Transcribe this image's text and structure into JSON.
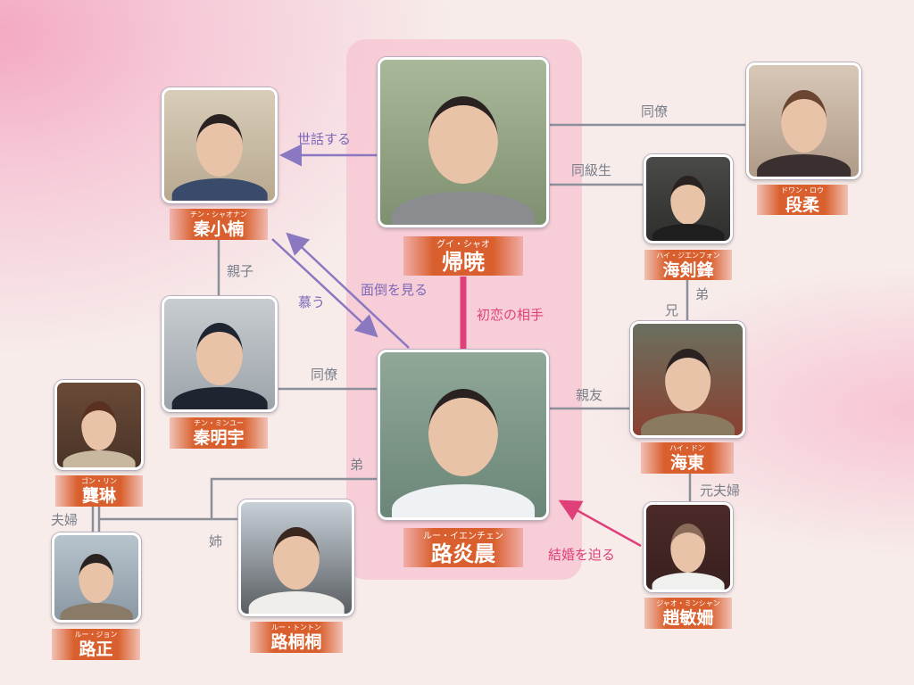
{
  "characters": {
    "gui_xiao": {
      "ruby": "グイ・シャオ",
      "name": "帰暁"
    },
    "lu_yanchen": {
      "ruby": "ルー・イエンチェン",
      "name": "路炎晨"
    },
    "qin_xiaonan": {
      "ruby": "チン・シャオナン",
      "name": "秦小楠"
    },
    "qin_mingyu": {
      "ruby": "チン・ミンユー",
      "name": "秦明宇"
    },
    "duan_rou": {
      "ruby": "ドワン・ロウ",
      "name": "段柔"
    },
    "hai_jianfeng": {
      "ruby": "ハイ・ジエンフォン",
      "name": "海剣鋒"
    },
    "hai_dong": {
      "ruby": "ハイ・ドン",
      "name": "海東"
    },
    "zhao_minshan": {
      "ruby": "ジャオ・ミンシャン",
      "name": "趙敏姍"
    },
    "gong_lin": {
      "ruby": "ゴン・リン",
      "name": "龔琳"
    },
    "lu_zheng": {
      "ruby": "ルー・ジョン",
      "name": "路正"
    },
    "lu_tongtong": {
      "ruby": "ルー・トントン",
      "name": "路桐桐"
    }
  },
  "relations": {
    "colleague_top": "同僚",
    "classmate": "同級生",
    "takes_care": "世話する",
    "adores": "慕う",
    "looks_after": "面倒を見る",
    "first_love": "初恋の相手",
    "parent_child": "親子",
    "colleague_mid": "同僚",
    "best_friend": "親友",
    "younger_brother_hai": "弟",
    "older_brother_hai": "兄",
    "ex_spouses": "元夫婦",
    "presses_marriage": "結婚を迫る",
    "younger_brother_lu": "弟",
    "married": "夫婦",
    "older_sister": "姉"
  },
  "colors": {
    "line": "#8a8f9a",
    "purple": "#8a78c0",
    "pink": "#e0407a",
    "label": "#d9602e"
  }
}
